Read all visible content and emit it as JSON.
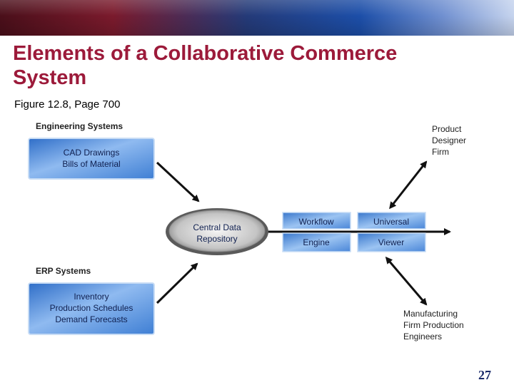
{
  "slide": {
    "title": "Elements of a Collaborative Commerce System",
    "subtitle": "Figure 12.8, Page 700",
    "page_number": "27"
  },
  "diagram": {
    "engineering_label": "Engineering Systems",
    "engineering_box": [
      "CAD Drawings",
      "Bills of Material"
    ],
    "erp_label": "ERP Systems",
    "erp_box": [
      "Inventory",
      "Production Schedules",
      "Demand Forecasts"
    ],
    "central": [
      "Central Data",
      "Repository"
    ],
    "workflow": [
      "Workflow",
      "Engine"
    ],
    "universal": [
      "Universal",
      "Viewer"
    ],
    "product_designer": [
      "Product",
      "Designer",
      "Firm"
    ],
    "manufacturing": [
      "Manufacturing",
      "Firm Production",
      "Engineers"
    ]
  },
  "colors": {
    "title": "#9c1a3a",
    "box_fill": "#4a86d8",
    "arrow": "#111111"
  }
}
